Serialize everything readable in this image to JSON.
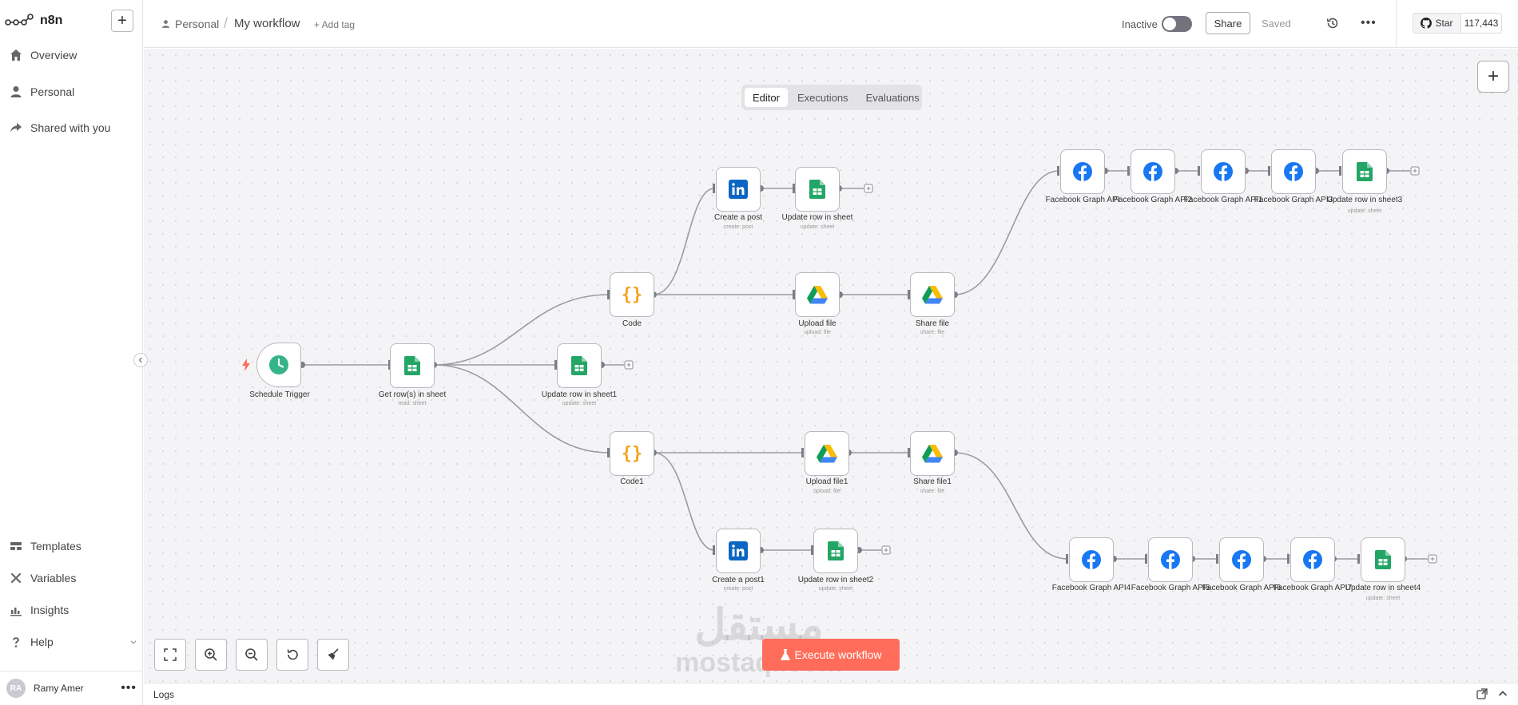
{
  "app": {
    "name": "n8n"
  },
  "sidebar": {
    "items": [
      {
        "label": "Overview",
        "icon": "home-icon"
      },
      {
        "label": "Personal",
        "icon": "user-icon"
      },
      {
        "label": "Shared with you",
        "icon": "share-icon"
      }
    ],
    "bottom_items": [
      {
        "label": "Templates",
        "icon": "templates-icon"
      },
      {
        "label": "Variables",
        "icon": "variables-icon"
      },
      {
        "label": "Insights",
        "icon": "insights-icon"
      },
      {
        "label": "Help",
        "icon": "help-icon"
      }
    ],
    "user": {
      "initials": "RA",
      "name": "Ramy Amer"
    }
  },
  "header": {
    "project": "Personal",
    "separator": "/",
    "workflow_name": "My workflow",
    "add_tag": "+ Add tag",
    "status": "Inactive",
    "share": "Share",
    "saved": "Saved",
    "github_star": "Star",
    "github_count": "117,443"
  },
  "tabs": [
    "Editor",
    "Executions",
    "Evaluations"
  ],
  "nodes": {
    "schedule": {
      "label": "Schedule Trigger"
    },
    "get_rows": {
      "label": "Get row(s) in sheet",
      "sub": "read: sheet"
    },
    "update1": {
      "label": "Update row in sheet1",
      "sub": "update: sheet"
    },
    "code": {
      "label": "Code"
    },
    "code1": {
      "label": "Code1"
    },
    "create_post": {
      "label": "Create a post",
      "sub": "create: post"
    },
    "update_row": {
      "label": "Update row in sheet",
      "sub": "update: sheet"
    },
    "upload_file": {
      "label": "Upload file",
      "sub": "upload: file"
    },
    "share_file": {
      "label": "Share file",
      "sub": "share: file"
    },
    "fb1": {
      "label": "Facebook Graph API"
    },
    "fb2": {
      "label": "Facebook Graph API2"
    },
    "fb3": {
      "label": "Facebook Graph API1"
    },
    "fb4": {
      "label": "Facebook Graph API3"
    },
    "update3": {
      "label": "Update row in sheet3",
      "sub": "update: sheet"
    },
    "upload_file1": {
      "label": "Upload file1",
      "sub": "upload: file"
    },
    "share_file1": {
      "label": "Share file1",
      "sub": "share: file"
    },
    "create_post1": {
      "label": "Create a post1",
      "sub": "create: post"
    },
    "update2": {
      "label": "Update row in sheet2",
      "sub": "update: sheet"
    },
    "fb5": {
      "label": "Facebook Graph API4"
    },
    "fb6": {
      "label": "Facebook Graph API5"
    },
    "fb7": {
      "label": "Facebook Graph API6"
    },
    "fb8": {
      "label": "Facebook Graph API7"
    },
    "update4": {
      "label": "Update row in sheet4",
      "sub": "update: sheet"
    }
  },
  "toolbar": {
    "execute": "Execute workflow"
  },
  "watermark": {
    "arabic": "مستقل",
    "latin": "mostaql.com"
  },
  "logs": {
    "label": "Logs"
  },
  "colors": {
    "accent": "#ff6d5a",
    "linkedin": "#0a66c2",
    "facebook": "#1877f2",
    "sheets": "#23a566",
    "code": "#f5a623",
    "trigger": "#35b38a"
  }
}
